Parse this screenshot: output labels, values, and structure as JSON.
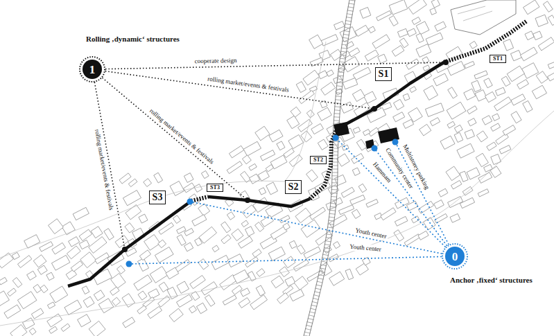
{
  "diagram": {
    "nodes": [
      {
        "text": [
          "Rolling ‚dynamic‘ structures",
          "1"
        ]
      },
      {
        "text": [
          "ST1"
        ]
      },
      {
        "text": [
          "S1"
        ]
      },
      {
        "text": [
          "ST2"
        ]
      },
      {
        "text": [
          "ST3"
        ]
      },
      {
        "text": [
          "S2"
        ]
      },
      {
        "text": [
          "S3"
        ]
      },
      {
        "text": [
          "0",
          "Anchor ‚fixed‘ structures"
        ]
      }
    ],
    "labels": [
      "cooperate design",
      "rolling market/events & festivals",
      "rolling market/events & festivals",
      "rolling market/events & festivals",
      "Multistorey parking",
      "Community center",
      "Hammam",
      "Youth center",
      "Youth center"
    ]
  }
}
